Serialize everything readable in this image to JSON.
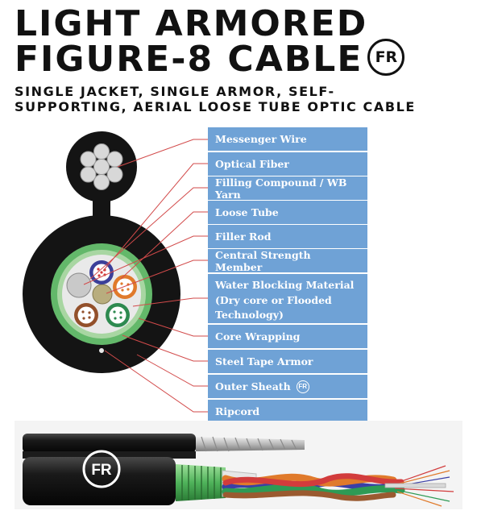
{
  "header": {
    "title_line1": "LIGHT ARMORED",
    "title_line2": "FIGURE-8 CABLE",
    "title_badge": "FR",
    "subtitle_line1": "SINGLE JACKET, SINGLE ARMOR, SELF-",
    "subtitle_line2": "SUPPORTING, AERIAL LOOSE TUBE OPTIC CABLE"
  },
  "labels": [
    {
      "text": "Messenger Wire"
    },
    {
      "text": "Optical Fiber"
    },
    {
      "text": "Filling Compound / WB Yarn"
    },
    {
      "text": "Loose Tube"
    },
    {
      "text": "Filler Rod"
    },
    {
      "text": "Central Strength Member"
    },
    {
      "text": "Water Blocking Material",
      "line2": "(Dry core or Flooded",
      "line3": "Technology)"
    },
    {
      "text": "Core Wrapping"
    },
    {
      "text": "Steel Tape Armor"
    },
    {
      "text": "Outer Sheath",
      "badge": "FR"
    },
    {
      "text": "Ripcord"
    }
  ],
  "photo": {
    "badge": "FR"
  },
  "colors": {
    "label_bg": "#6fa2d6",
    "leader_line": "#d24a4a",
    "jacket": "#141414",
    "armor_ring": "#63b86a"
  }
}
